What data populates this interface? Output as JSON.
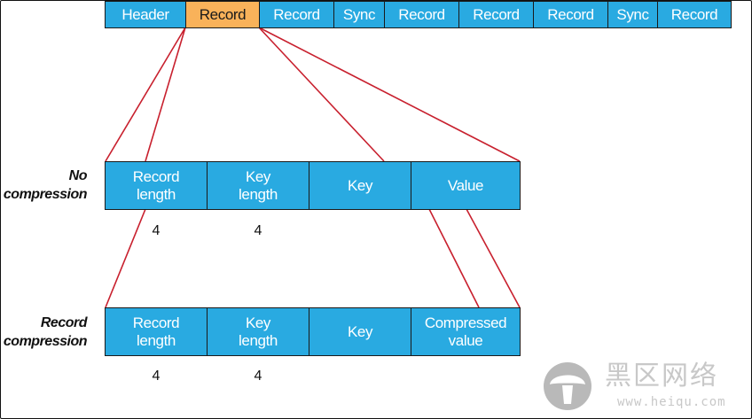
{
  "top_row": [
    "Header",
    "Record",
    "Record",
    "Sync",
    "Record",
    "Record",
    "Record",
    "Sync",
    "Record"
  ],
  "highlight_index": 1,
  "colors": {
    "cell_fill": "#29aae1",
    "highlight_fill": "#f9b25a",
    "connector": "#c8202e",
    "border": "#1a1a1a"
  },
  "no_compression": {
    "label": "No\ncompression",
    "cells": [
      {
        "label": "Record\nlength"
      },
      {
        "label": "Key\nlength"
      },
      {
        "label": "Key"
      },
      {
        "label": "Value"
      }
    ],
    "sizes": [
      "4",
      "4"
    ]
  },
  "record_compression": {
    "label": "Record\ncompression",
    "cells": [
      {
        "label": "Record\nlength"
      },
      {
        "label": "Key\nlength"
      },
      {
        "label": "Key"
      },
      {
        "label": "Compressed\nvalue"
      }
    ],
    "sizes": [
      "4",
      "4"
    ]
  },
  "watermark": {
    "title": "黑区网络",
    "url": "www.heiqu.com",
    "icon": "mushroom-logo-icon"
  }
}
